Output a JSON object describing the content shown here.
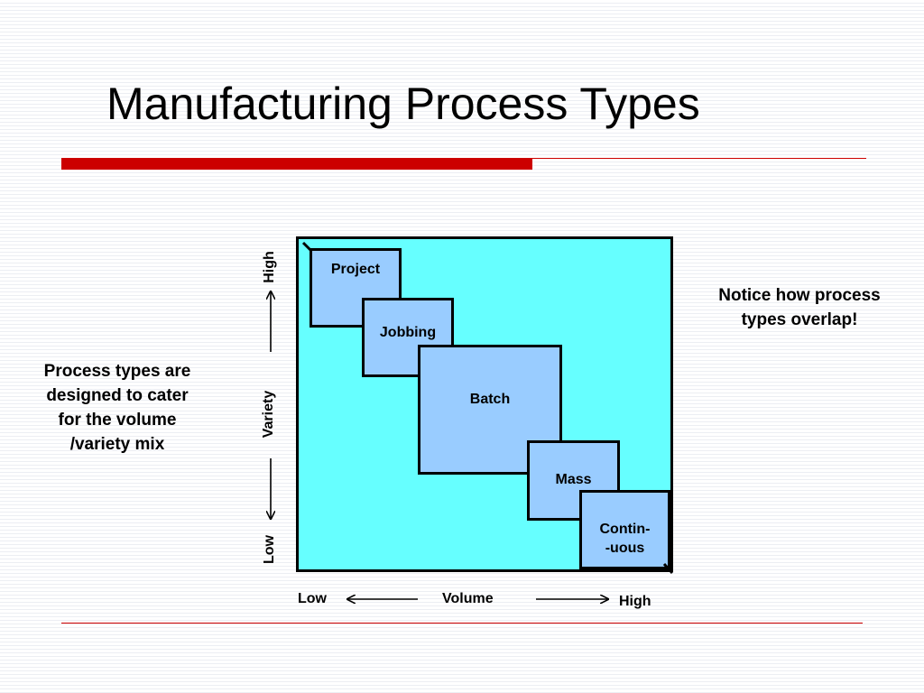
{
  "slide": {
    "title": "Manufacturing Process Types",
    "note_left": "Process types are designed to cater for the volume /variety mix",
    "note_right": "Notice how process types overlap!"
  },
  "colors": {
    "accent_red": "#cc0000",
    "matrix_fill": "#66ffff",
    "box_fill": "#99ccff"
  },
  "diagram": {
    "boxes": [
      {
        "label": "Project"
      },
      {
        "label": "Jobbing"
      },
      {
        "label": "Batch"
      },
      {
        "label": "Mass"
      },
      {
        "label": "Contin-\n-uous"
      }
    ],
    "y_axis": {
      "title": "Variety",
      "low": "Low",
      "high": "High"
    },
    "x_axis": {
      "title": "Volume",
      "low": "Low",
      "high": "High"
    }
  }
}
